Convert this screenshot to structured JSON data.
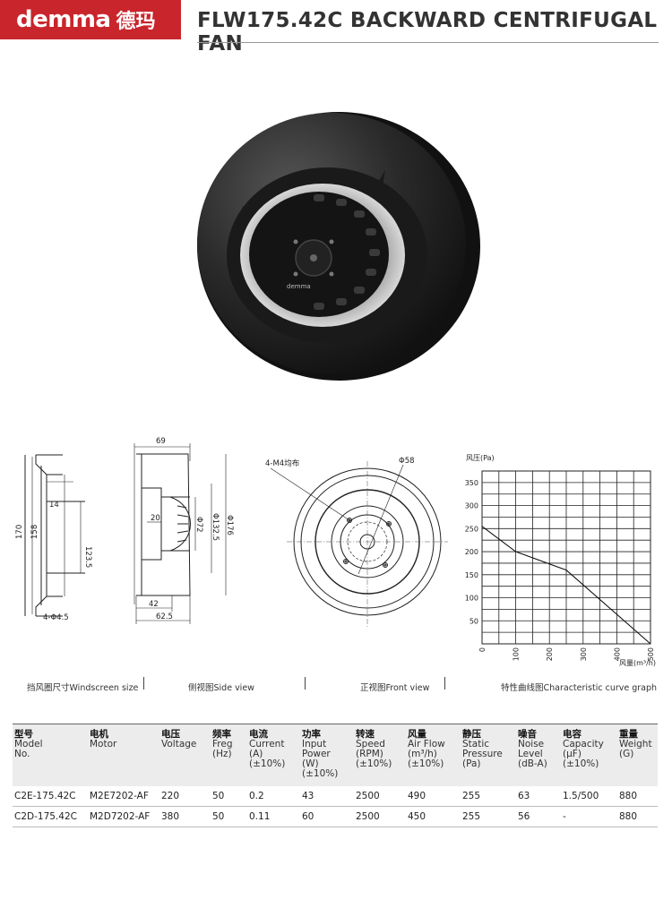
{
  "header": {
    "brand_latin": "demma",
    "brand_cjk": "德玛",
    "title": "FLW175.42C BACKWARD CENTRIFUGAL FAN",
    "brand_color": "#c9252c"
  },
  "photo": {
    "hub_label": "demma"
  },
  "windscreen": {
    "dims": [
      "14",
      "170",
      "158",
      "123.5",
      "4-Φ4.5"
    ]
  },
  "side_view": {
    "dims": [
      "69",
      "20",
      "Φ72",
      "Φ132.5",
      "Φ176",
      "42",
      "62.5"
    ]
  },
  "front_view": {
    "dims": [
      "4-M4均布",
      "Φ58"
    ]
  },
  "chart_data": {
    "type": "line",
    "title": "",
    "ylabel": "风压(Pa)",
    "xlabel": "风量(m³/h)",
    "xlim": [
      0,
      500
    ],
    "ylim": [
      0,
      375
    ],
    "x_ticks": [
      0,
      100,
      200,
      300,
      400,
      500
    ],
    "y_ticks": [
      50,
      100,
      150,
      200,
      250,
      300,
      350
    ],
    "grid": true,
    "series": [
      {
        "x": [
          0,
          100,
          250,
          500
        ],
        "y": [
          255,
          200,
          160,
          0
        ]
      }
    ]
  },
  "captions": [
    "挡风圈尺寸Windscreen size",
    "侧视图Side view",
    "正视图Front view",
    "特性曲线图Characteristic curve graph"
  ],
  "specs": {
    "columns": [
      {
        "cn": "型号",
        "en": "Model\nNo."
      },
      {
        "cn": "电机",
        "en": "Motor"
      },
      {
        "cn": "电压",
        "en": "Voltage"
      },
      {
        "cn": "频率",
        "en": "Freg\n(Hz)"
      },
      {
        "cn": "电流",
        "en": "Current\n(A)\n(±10%)"
      },
      {
        "cn": "功率",
        "en": "Input\nPower\n(W)\n(±10%)"
      },
      {
        "cn": "转速",
        "en": "Speed\n(RPM)\n(±10%)"
      },
      {
        "cn": "风量",
        "en": "Air Flow\n(m³/h)\n(±10%)"
      },
      {
        "cn": "静压",
        "en": "Static\nPressure\n(Pa)"
      },
      {
        "cn": "噪音",
        "en": "Noise\nLevel\n(dB-A)"
      },
      {
        "cn": "电容",
        "en": "Capacity\n(μF)\n(±10%)"
      },
      {
        "cn": "重量",
        "en": "Weight\n(G)"
      }
    ],
    "rows": [
      [
        "C2E-175.42C",
        "M2E7202-AF",
        "220",
        "50",
        "0.2",
        "43",
        "2500",
        "490",
        "255",
        "63",
        "1.5/500",
        "880"
      ],
      [
        "C2D-175.42C",
        "M2D7202-AF",
        "380",
        "50",
        "0.11",
        "60",
        "2500",
        "450",
        "255",
        "56",
        "-",
        "880"
      ]
    ]
  }
}
